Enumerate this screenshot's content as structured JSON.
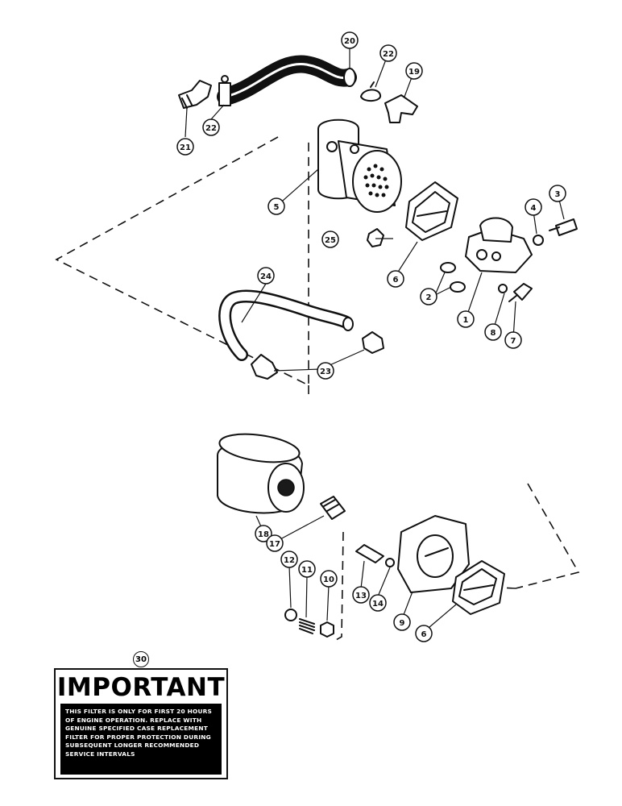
{
  "callouts": {
    "c1": "1",
    "c2": "2",
    "c3": "3",
    "c4": "4",
    "c5": "5",
    "c6a": "6",
    "c6b": "6",
    "c7": "7",
    "c8": "8",
    "c9": "9",
    "c10": "10",
    "c11": "11",
    "c12": "12",
    "c13": "13",
    "c14": "14",
    "c17": "17",
    "c18": "18",
    "c19": "19",
    "c20": "20",
    "c21": "21",
    "c22a": "22",
    "c22b": "22",
    "c23": "23",
    "c24": "24",
    "c25": "25",
    "c30": "30"
  },
  "label": {
    "title": "IMPORTANT",
    "body": "THIS FILTER IS ONLY FOR FIRST 20 HOURS OF ENGINE OPERATION. REPLACE WITH GENUINE SPECIFIED CASE REPLACEMENT FILTER FOR PROPER PROTECTION DURING SUBSEQUENT LONGER RECOMMENDED SERVICE INTERVALS"
  }
}
